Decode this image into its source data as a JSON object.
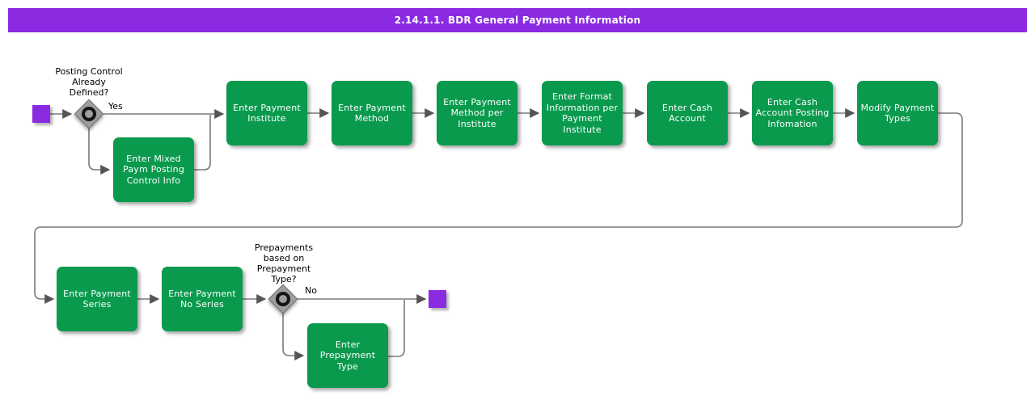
{
  "title_bar": {
    "text": "2.14.1.1. BDR General Payment Information"
  },
  "colors": {
    "title_bar_bg": "#8A2BE2",
    "title_bar_fg": "#FFFFFF",
    "activity_bg": "#0A9A4E",
    "activity_fg": "#FFFFFF",
    "terminal_bg": "#8A2BE2",
    "decision_bg": "#9E9E9E",
    "connector": "#7a7a7a",
    "label_fg": "#000000",
    "page_bg": "#FFFFFF"
  },
  "decisions": {
    "posting_control": {
      "question": "Posting Control\nAlready\nDefined?",
      "branch_label": "Yes"
    },
    "prepayments": {
      "question": "Prepayments\nbased on\nPrepayment\nType?",
      "branch_label": "No"
    }
  },
  "activities": {
    "mixed_paym_posting": "Enter Mixed\nPaym Posting\nControl Info",
    "payment_institute": "Enter Payment\nInstitute",
    "payment_method": "Enter Payment\nMethod",
    "payment_method_per_institute": "Enter Payment\nMethod per\nInstitute",
    "format_information": "Enter Format\nInformation per\nPayment\nInstitute",
    "cash_account": "Enter Cash\nAccount",
    "cash_account_posting": "Enter Cash\nAccount Posting\nInfomation",
    "modify_payment_types": "Modify Payment\nTypes",
    "payment_series": "Enter Payment\nSeries",
    "payment_no_series": "Enter Payment\nNo Series",
    "prepayment_type": "Enter\nPrepayment\nType"
  }
}
